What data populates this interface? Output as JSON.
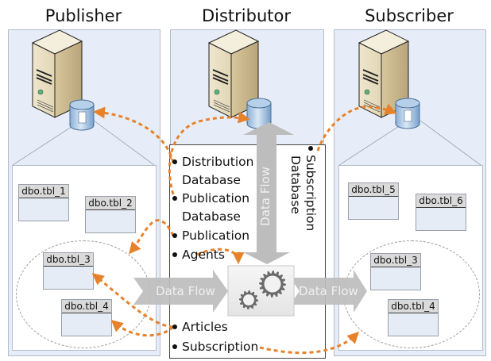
{
  "columns": {
    "publisher": {
      "title": "Publisher"
    },
    "distributor": {
      "title": "Distributor"
    },
    "subscriber": {
      "title": "Subscriber"
    }
  },
  "publisher_tables": [
    "dbo.tbl_1",
    "dbo.tbl_2",
    "dbo.tbl_3",
    "dbo.tbl_4"
  ],
  "subscriber_tables": [
    "dbo.tbl_5",
    "dbo.tbl_6",
    "dbo.tbl_3",
    "dbo.tbl_4"
  ],
  "distributor_items": {
    "distribution_database_line1": "Distribution",
    "distribution_database_line2": "Database",
    "publication_database_line1": "Publication",
    "publication_database_line2": "Database",
    "publication": "Publication",
    "agents": "Agents",
    "articles": "Articles",
    "subscription": "Subscription",
    "subscription_database_line1": "Subscription",
    "subscription_database_line2": "Database"
  },
  "flows": {
    "vertical": "Data Flow",
    "left": "Data Flow",
    "right": "Data Flow"
  },
  "colors": {
    "panel_bg": "#e7edf8",
    "arrow_orange": "#e8822a",
    "flow_gray": "#bdbdbd",
    "server_beige": "#e9dfc3"
  }
}
